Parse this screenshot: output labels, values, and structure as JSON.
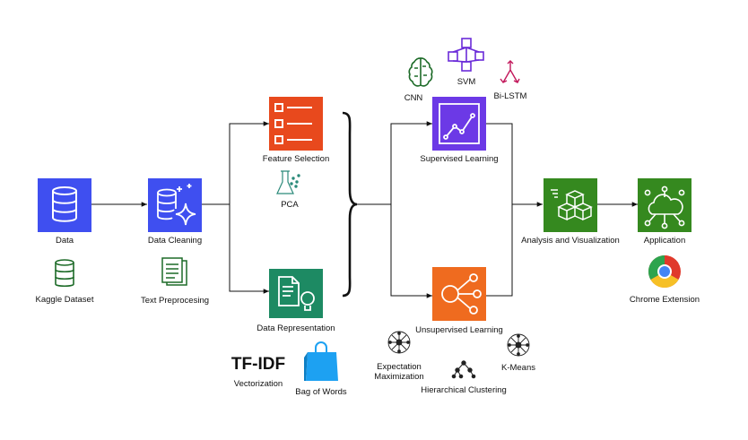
{
  "colors": {
    "blue": "#3f4ff0",
    "blue_dark": "#2a36c8",
    "purple": "#6c39e6",
    "purple_dark": "#4b1fb3",
    "orange": "#ef6b1f",
    "orange_dark": "#d3520d",
    "green": "#35891f",
    "green_dark": "#23691a",
    "teal": "#1d8a63",
    "teal_dark": "#136b4b",
    "red": "#e8491d",
    "icon_green": "#1d6b28",
    "icon_purple": "#6a2bd9",
    "icon_pink": "#c2185b",
    "icon_teal": "#2b8a7a",
    "bag_blue": "#1da1f2"
  },
  "nodes": {
    "data": "Data",
    "data_cleaning": "Data Cleaning",
    "feature_selection": "Feature Selection",
    "data_representation": "Data Representation",
    "supervised": "Supervised Learning",
    "unsupervised": "Unsupervised Learning",
    "analysis": "Analysis and Visualization",
    "application": "Application"
  },
  "items": {
    "kaggle": "Kaggle Dataset",
    "text_pre": "Text Preprocesing",
    "pca": "PCA",
    "tfidf_logo": "TF-IDF",
    "vectorization": "Vectorization",
    "bag_of_words": "Bag of Words",
    "cnn": "CNN",
    "svm": "SVM",
    "bilstm": "Bi-LSTM",
    "em_line1": "Expectation",
    "em_line2": "Maximization",
    "kmeans": "K-Means",
    "hierarchical": "Hierarchical Clustering",
    "chrome": "Chrome Extension"
  }
}
